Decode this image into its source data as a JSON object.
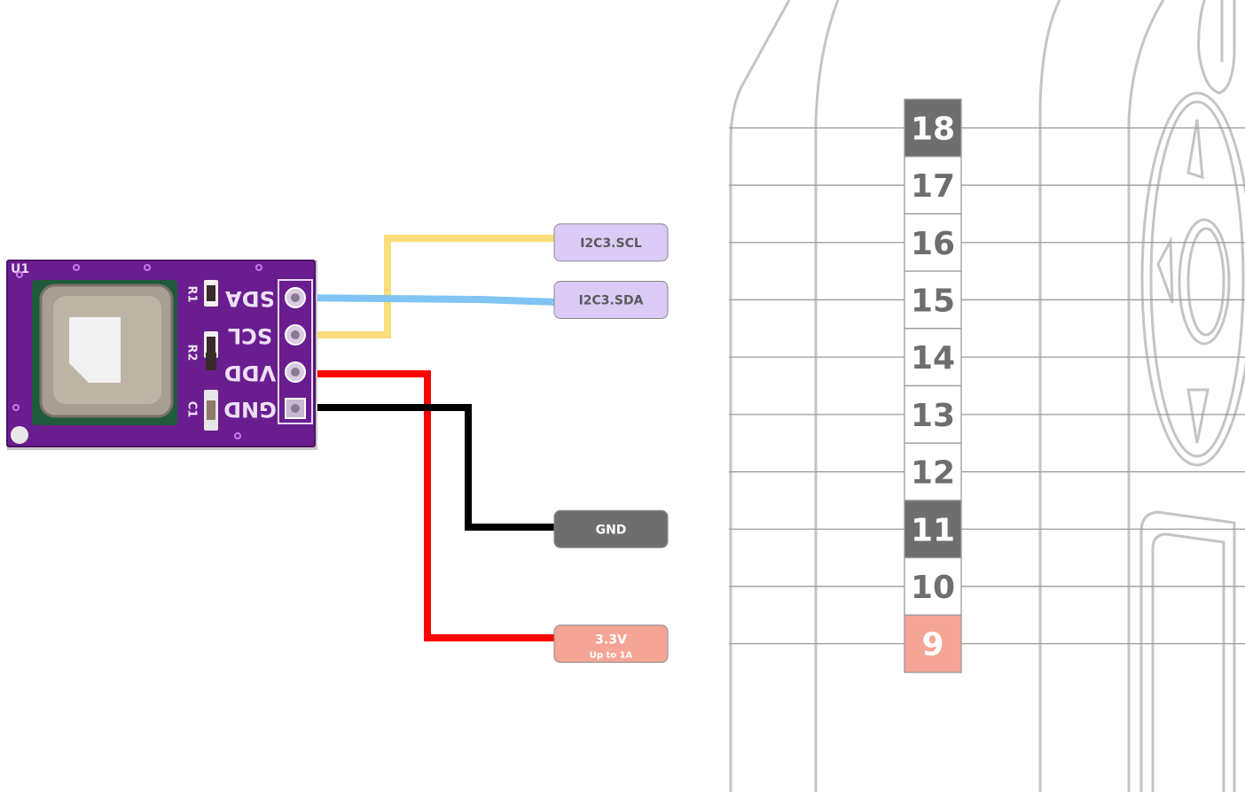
{
  "sensor_board": {
    "designator": "U1",
    "pin_labels": [
      "SDA",
      "SCL",
      "VDD",
      "GND"
    ],
    "component_labels": [
      "R1",
      "R2",
      "C1"
    ],
    "colors": {
      "pcb": "#6a1d8f",
      "pcb_edge": "#4b1266"
    }
  },
  "signal_tags": [
    {
      "text": "I2C3.SCL",
      "sub": "",
      "fill": "#dccbf6",
      "text_color": "#5a5a5a"
    },
    {
      "text": "I2C3.SDA",
      "sub": "",
      "fill": "#dccbf6",
      "text_color": "#5a5a5a"
    },
    {
      "text": "GND",
      "sub": "",
      "fill": "#6e6e6e",
      "text_color": "#ffffff"
    },
    {
      "text": "3.3V",
      "sub": "Up to 1A",
      "fill": "#f4a596",
      "text_color": "#ffffff"
    }
  ],
  "header_pins": [
    {
      "number": "18",
      "style": "dark"
    },
    {
      "number": "17",
      "style": "plain"
    },
    {
      "number": "16",
      "style": "plain"
    },
    {
      "number": "15",
      "style": "plain"
    },
    {
      "number": "14",
      "style": "plain"
    },
    {
      "number": "13",
      "style": "plain"
    },
    {
      "number": "12",
      "style": "plain"
    },
    {
      "number": "11",
      "style": "dark"
    },
    {
      "number": "10",
      "style": "plain"
    },
    {
      "number": "9",
      "style": "power"
    }
  ],
  "wires": [
    {
      "name": "scl-wire",
      "color": "#fbdd7a"
    },
    {
      "name": "sda-wire",
      "color": "#7fc4f2"
    },
    {
      "name": "vdd-wire",
      "color": "#ff0000"
    },
    {
      "name": "gnd-wire",
      "color": "#000000"
    }
  ],
  "colors": {
    "outline": "#b9b9b9",
    "pin_dark": "#6e6e6e",
    "pin_power": "#f4a596",
    "pin_text_plain": "#6e6e6e"
  }
}
